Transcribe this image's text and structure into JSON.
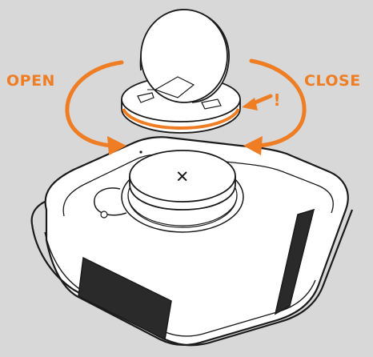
{
  "labels": {
    "open": "OPEN",
    "close": "CLOSE",
    "warning_mark": "!",
    "battery_symbol": "+"
  },
  "colors": {
    "background": "#d8d8d8",
    "accent": "#ee7d24",
    "outline": "#1a1a1a",
    "device_fill": "#ffffff",
    "side_panel": "#2a2a2a"
  },
  "icons": {
    "open_arrow": "curved-arrow-counterclockwise",
    "close_arrow": "curved-arrow-clockwise",
    "warning_arrow": "short-arrow-left"
  }
}
